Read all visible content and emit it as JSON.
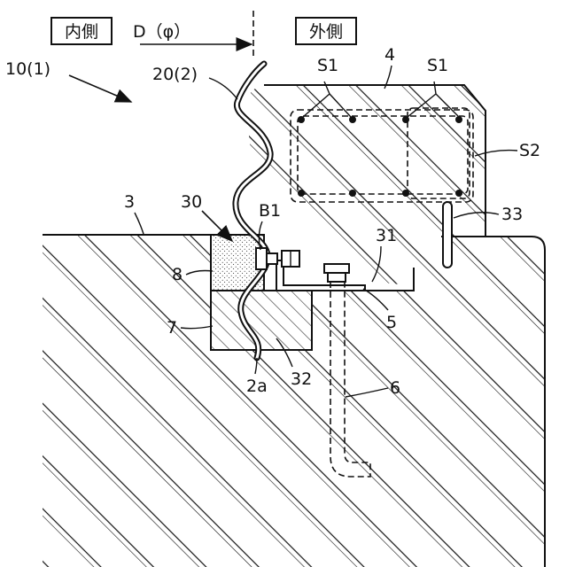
{
  "labels": {
    "inner_side": "内側",
    "outer_side": "外側",
    "diameter": "D（φ）",
    "ref_10_1": "10(1)",
    "ref_20_2": "20(2)",
    "ref_4": "4",
    "ref_s1_left": "S1",
    "ref_s1_right": "S1",
    "ref_s2": "S2",
    "ref_3": "3",
    "ref_30": "30",
    "ref_b1": "B1",
    "ref_31": "31",
    "ref_33": "33",
    "ref_8": "8",
    "ref_5": "5",
    "ref_7": "7",
    "ref_6": "6",
    "ref_2a": "2a",
    "ref_32": "32"
  }
}
